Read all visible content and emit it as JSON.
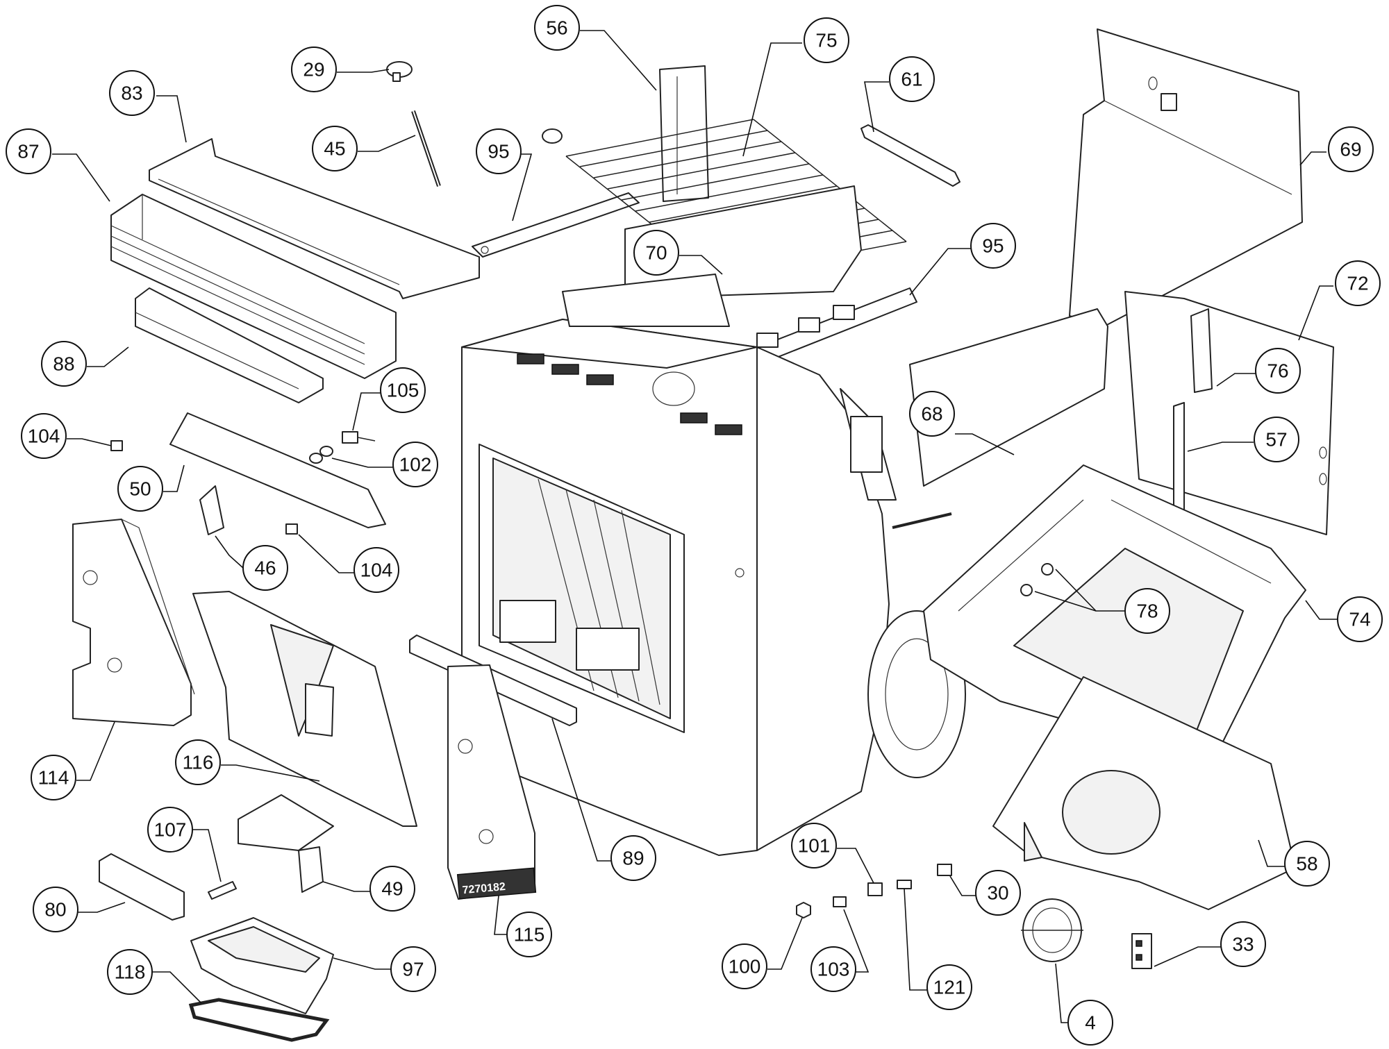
{
  "diagram": {
    "type": "exploded-parts-view",
    "callouts": [
      {
        "id": "c56",
        "label": "56"
      },
      {
        "id": "c75",
        "label": "75"
      },
      {
        "id": "c29",
        "label": "29"
      },
      {
        "id": "c61",
        "label": "61"
      },
      {
        "id": "c83",
        "label": "83"
      },
      {
        "id": "c69",
        "label": "69"
      },
      {
        "id": "c87",
        "label": "87"
      },
      {
        "id": "c45",
        "label": "45"
      },
      {
        "id": "c95a",
        "label": "95"
      },
      {
        "id": "c70",
        "label": "70"
      },
      {
        "id": "c95b",
        "label": "95"
      },
      {
        "id": "c72",
        "label": "72"
      },
      {
        "id": "c88",
        "label": "88"
      },
      {
        "id": "c76",
        "label": "76"
      },
      {
        "id": "c105",
        "label": "105"
      },
      {
        "id": "c68",
        "label": "68"
      },
      {
        "id": "c104a",
        "label": "104"
      },
      {
        "id": "c57",
        "label": "57"
      },
      {
        "id": "c102",
        "label": "102"
      },
      {
        "id": "c50",
        "label": "50"
      },
      {
        "id": "c46",
        "label": "46"
      },
      {
        "id": "c104b",
        "label": "104"
      },
      {
        "id": "c78",
        "label": "78"
      },
      {
        "id": "c74",
        "label": "74"
      },
      {
        "id": "c114",
        "label": "114"
      },
      {
        "id": "c116",
        "label": "116"
      },
      {
        "id": "c107",
        "label": "107"
      },
      {
        "id": "c89",
        "label": "89"
      },
      {
        "id": "c101",
        "label": "101"
      },
      {
        "id": "c58",
        "label": "58"
      },
      {
        "id": "c49",
        "label": "49"
      },
      {
        "id": "c30",
        "label": "30"
      },
      {
        "id": "c80",
        "label": "80"
      },
      {
        "id": "c115",
        "label": "115"
      },
      {
        "id": "c33",
        "label": "33"
      },
      {
        "id": "c118",
        "label": "118"
      },
      {
        "id": "c97",
        "label": "97"
      },
      {
        "id": "c100",
        "label": "100"
      },
      {
        "id": "c103",
        "label": "103"
      },
      {
        "id": "c121",
        "label": "121"
      },
      {
        "id": "c4",
        "label": "4"
      }
    ],
    "part_stamp": "7270182"
  }
}
